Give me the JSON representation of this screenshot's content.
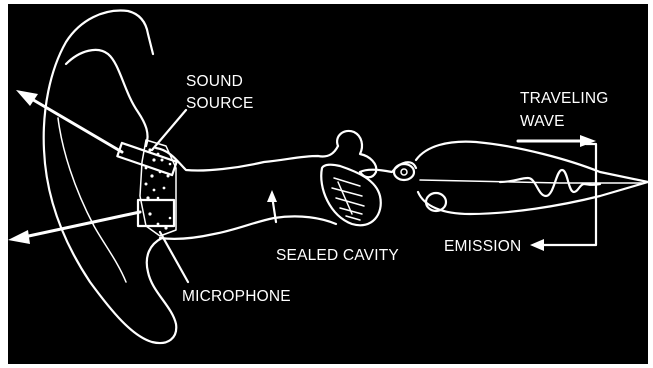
{
  "labels": {
    "sound_source_line1": "SOUND",
    "sound_source_line2": "SOURCE",
    "traveling_wave_line1": "TRAVELING",
    "traveling_wave_line2": "WAVE",
    "sealed_cavity": "SEALED CAVITY",
    "emission": "EMISSION",
    "microphone": "MICROPHONE"
  },
  "colors": {
    "background": "#000000",
    "ink": "#ffffff",
    "page_border": "#ffffff"
  }
}
